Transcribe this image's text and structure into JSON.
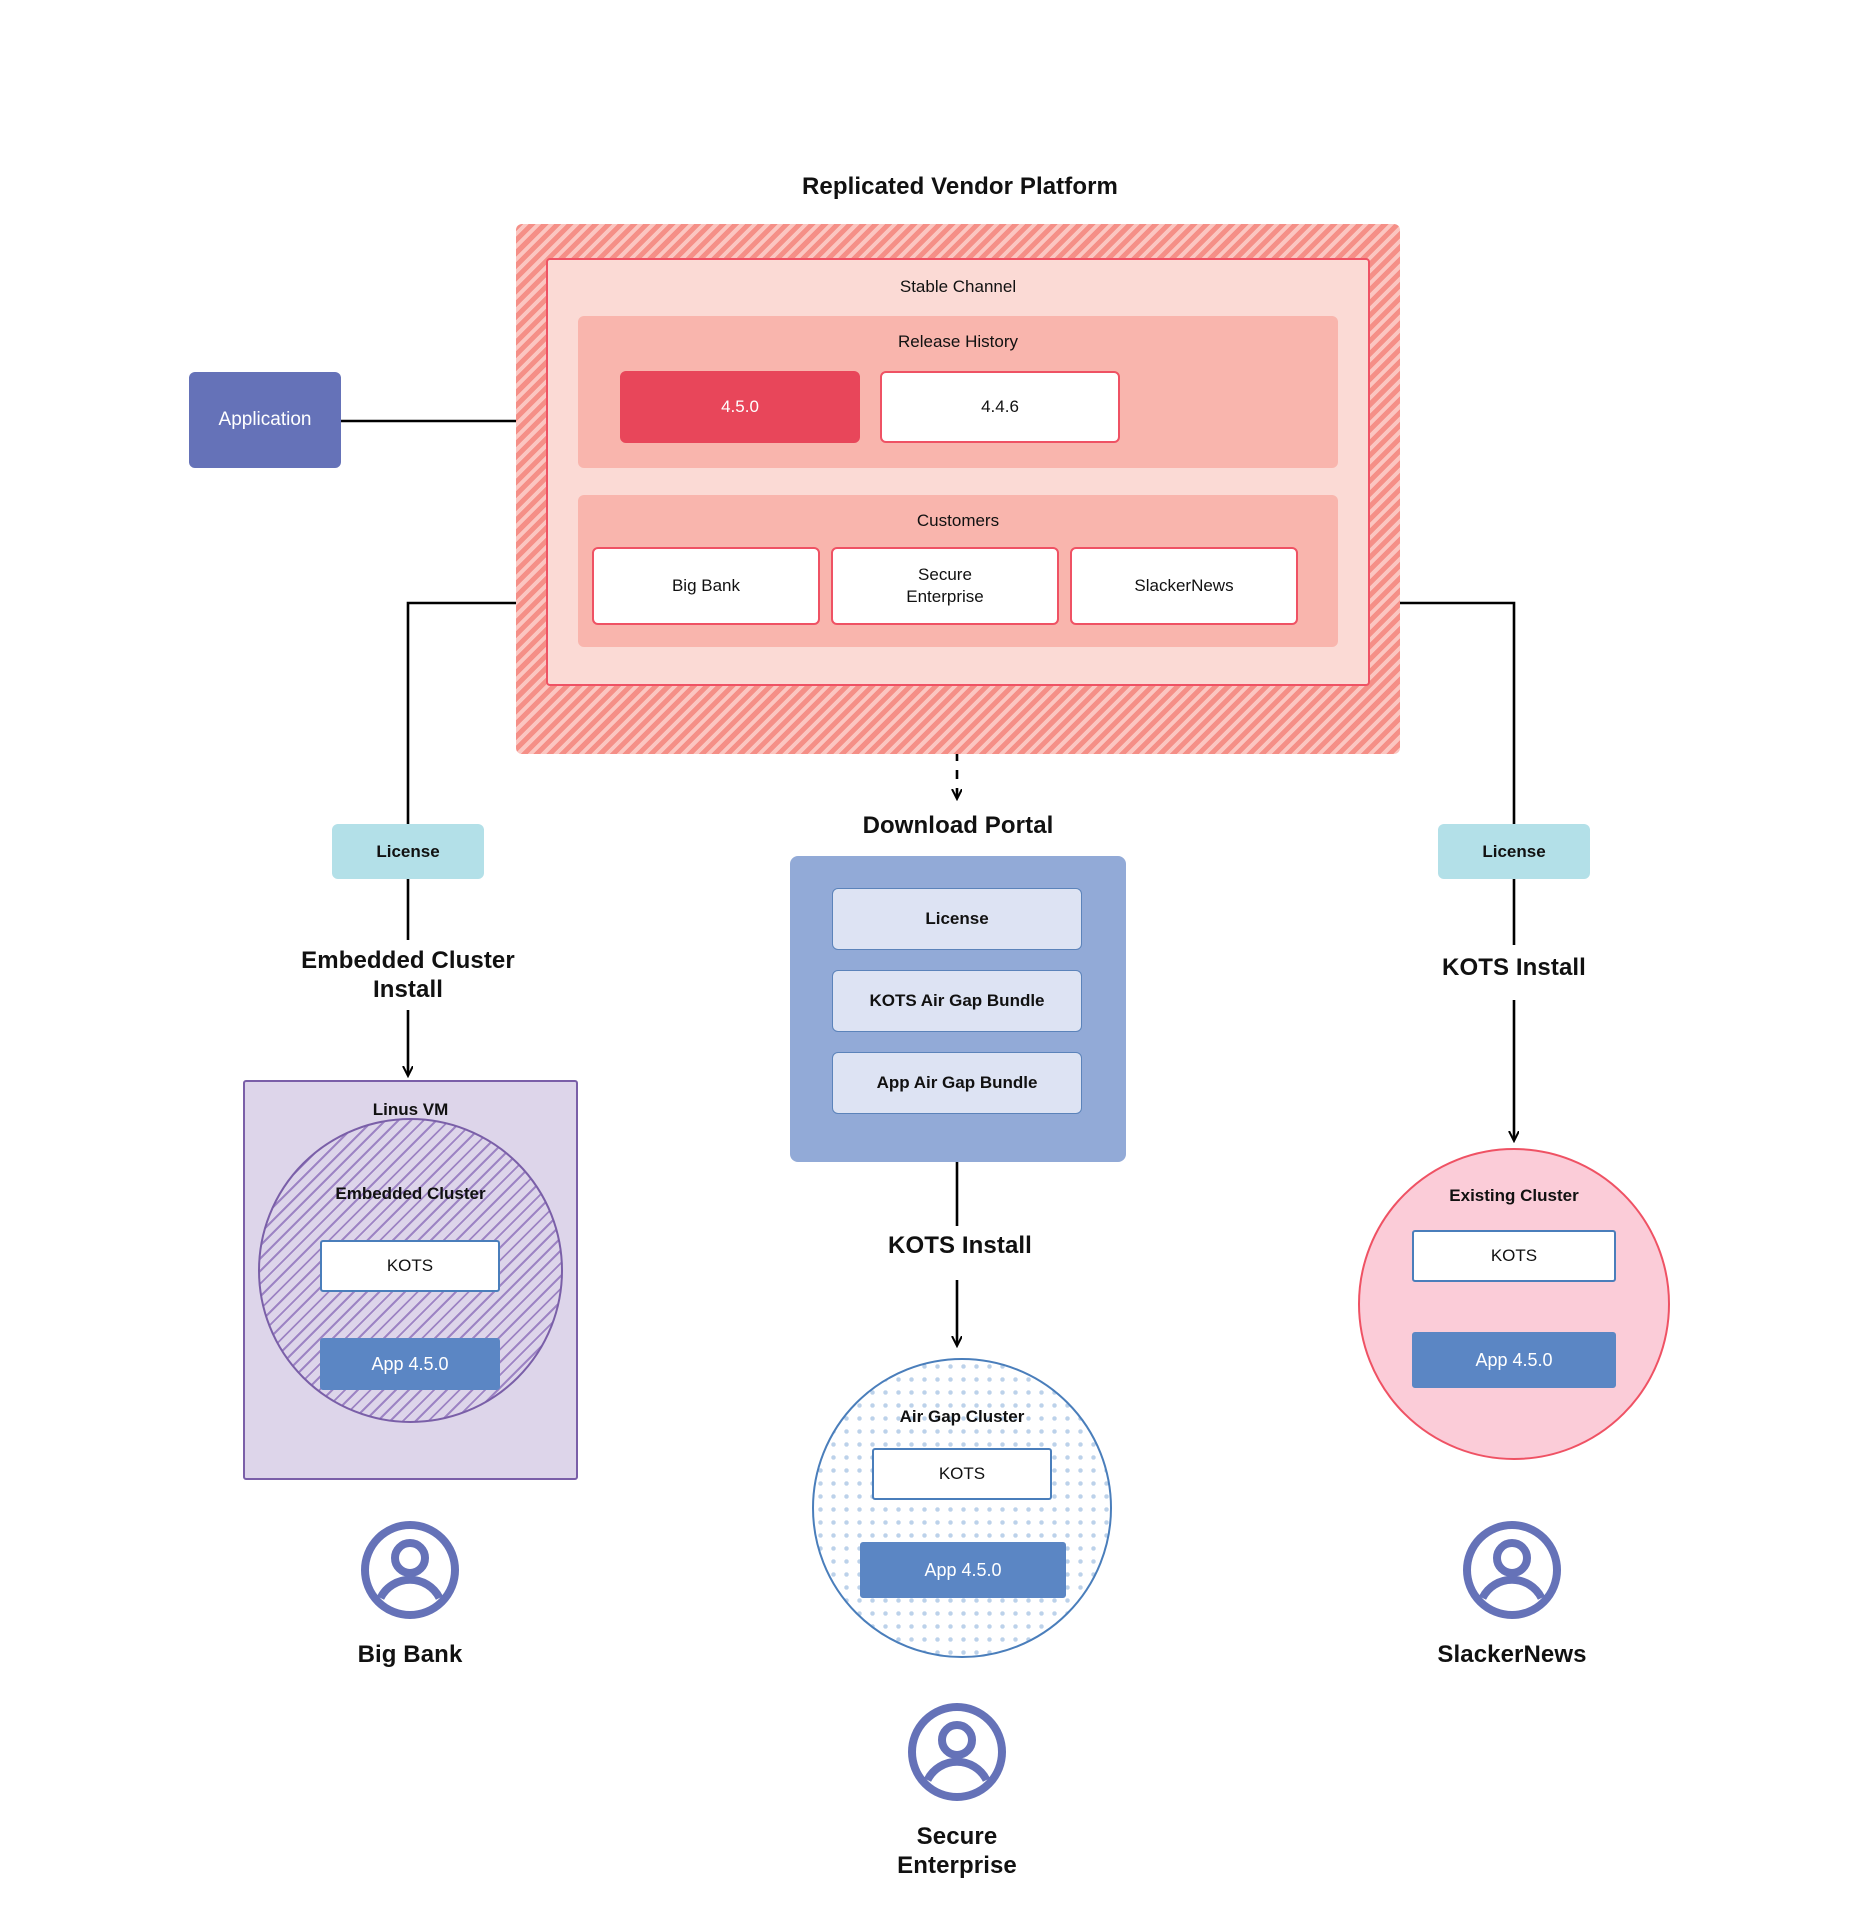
{
  "diagram": {
    "title": "Replicated Vendor Platform",
    "platform": {
      "channel_label": "Stable Channel",
      "release_history": {
        "label": "Release History",
        "releases": [
          {
            "version": "4.5.0",
            "state": "current"
          },
          {
            "version": "4.4.6",
            "state": "previous"
          }
        ]
      },
      "customers": {
        "label": "Customers",
        "items": [
          {
            "name": "Big Bank"
          },
          {
            "name": "Secure\nEnterprise"
          },
          {
            "name": "SlackerNews"
          }
        ]
      }
    },
    "application_box": {
      "label": "Application"
    },
    "download_portal": {
      "title": "Download  Portal",
      "items": [
        {
          "label": "License"
        },
        {
          "label": "KOTS Air Gap Bundle"
        },
        {
          "label": "App Air Gap Bundle"
        }
      ]
    },
    "paths": {
      "left": {
        "license_label": "License",
        "install_label": "Embedded Cluster\nInstall",
        "host_label": "Linus VM",
        "cluster_label": "Embedded Cluster",
        "kots_label": "KOTS",
        "app_label": "App 4.5.0",
        "customer_label": "Big Bank"
      },
      "center": {
        "install_label": "KOTS Install",
        "cluster_label": "Air Gap Cluster",
        "kots_label": "KOTS",
        "app_label": "App 4.5.0",
        "customer_label": "Secure\nEnterprise"
      },
      "right": {
        "license_label": "License",
        "install_label": "KOTS Install",
        "cluster_label": "Existing Cluster",
        "kots_label": "KOTS",
        "app_label": "App 4.5.0",
        "customer_label": "SlackerNews"
      }
    },
    "icons": {
      "avatar": "user-avatar-icon"
    },
    "colors": {
      "platform_hatch": "#f58f87",
      "channel_bg": "#fbdad5",
      "panel_bg": "#f9b5ad",
      "release_current": "#e8465a",
      "accent_red": "#ef5264",
      "application": "#6572b8",
      "license": "#b3e0e8",
      "portal": "#92aad7",
      "portal_item": "#dde3f3",
      "vm_purple": "#ddd5ea",
      "vm_border": "#7a5fa8",
      "cluster_blue": "#4a7ebb",
      "app_blue": "#5b86c4",
      "existing_pink": "#fbccd8"
    }
  }
}
